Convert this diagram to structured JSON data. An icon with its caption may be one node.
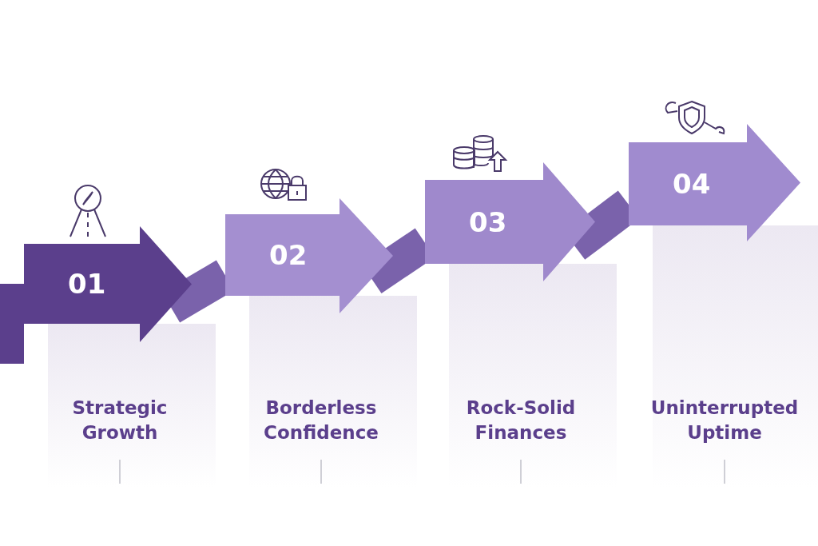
{
  "diagram": {
    "nodes": [
      {
        "text": [
          "01"
        ]
      },
      {
        "text": [
          "02"
        ]
      },
      {
        "text": [
          "03"
        ]
      },
      {
        "text": [
          "04"
        ]
      }
    ],
    "edges": [
      {
        "from": null,
        "to": 0,
        "arrow": "none",
        "style": "thick",
        "color": "#5b3f8c"
      },
      {
        "from": 0,
        "to": 1,
        "arrow": "none"
      },
      {
        "from": 1,
        "to": 2,
        "arrow": "none"
      },
      {
        "from": 2,
        "to": 3,
        "arrow": "none"
      }
    ],
    "labels": [
      "Strategic Growth",
      "Borderless Confidence",
      "Rock-Solid Finances",
      "Uninterrupted Uptime"
    ]
  }
}
